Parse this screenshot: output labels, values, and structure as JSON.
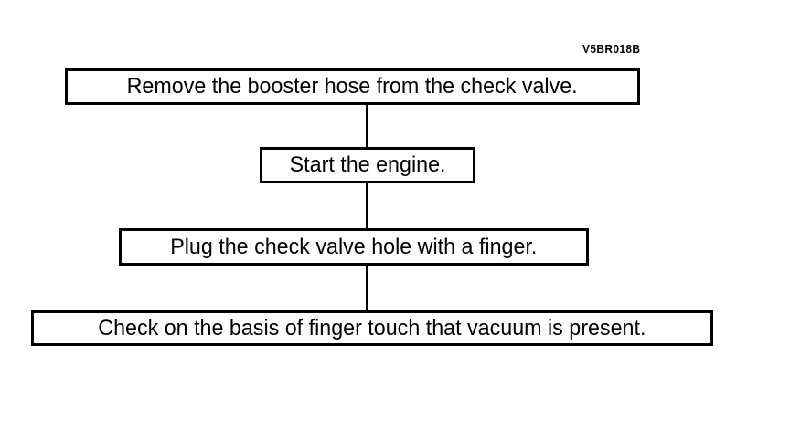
{
  "figure": {
    "code": "V5BR018B",
    "type": "flowchart",
    "orientation": "vertical",
    "background_color": "#ffffff",
    "line_color": "#000000",
    "box_fill_color": "#ffffff"
  },
  "flow": {
    "steps": [
      {
        "index": 1,
        "text": "Remove the booster hose from the check valve."
      },
      {
        "index": 2,
        "text": "Start the engine."
      },
      {
        "index": 3,
        "text": "Plug the check valve hole with a finger."
      },
      {
        "index": 4,
        "text": "Check on the basis of finger touch that vacuum is present."
      }
    ],
    "connectors": [
      {
        "from": 1,
        "to": 2
      },
      {
        "from": 2,
        "to": 3
      },
      {
        "from": 3,
        "to": 4
      }
    ]
  }
}
